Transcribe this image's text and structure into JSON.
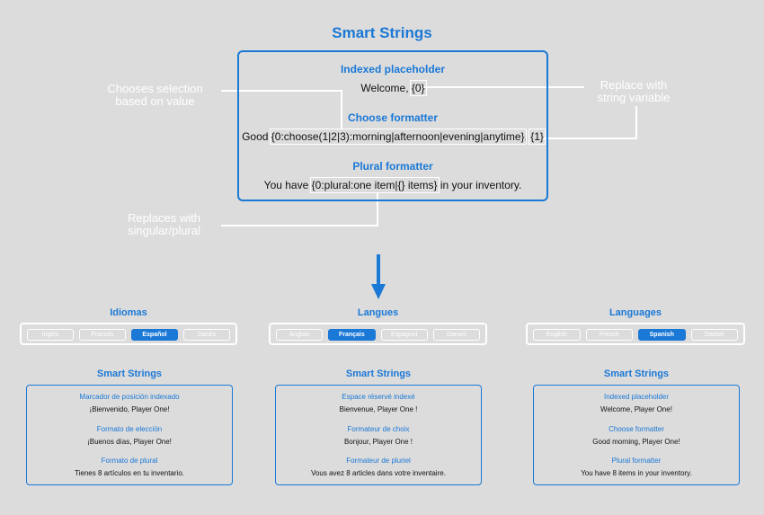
{
  "title": "Smart Strings",
  "top": {
    "sections": [
      {
        "label": "Indexed placeholder",
        "pre": "Welcome, ",
        "hl": "{0}",
        "mid": "",
        "hl2": "",
        "post": ""
      },
      {
        "label": "Choose formatter",
        "pre": "Good ",
        "hl": "{0:choose(1|2|3):morning|afternoon|evening|anytime}",
        "mid": ", ",
        "hl2": "{1}",
        "post": ""
      },
      {
        "label": "Plural formatter",
        "pre": "You have ",
        "hl": "{0:plural:one item|{} items}",
        "mid": "",
        "hl2": "",
        "post": " in your inventory."
      }
    ],
    "callouts": {
      "choose": "Chooses selection\nbased on value",
      "replace": "Replace with\nstring variable",
      "plural": "Replaces with\nsingular/plural"
    }
  },
  "panels": [
    {
      "heading": "Idiomas",
      "languages": [
        "Inglés",
        "Francés",
        "Español",
        "Danés"
      ],
      "active": "Español",
      "box_title": "Smart Strings",
      "items": [
        {
          "label": "Marcador de posición indexado",
          "text": "¡Bienvenido, Player One!"
        },
        {
          "label": "Formato de elección",
          "text": "¡Buenos días, Player One!"
        },
        {
          "label": "Formato de plural",
          "text": "Tienes 8 artículos en tu inventario."
        }
      ]
    },
    {
      "heading": "Langues",
      "languages": [
        "Anglais",
        "Français",
        "Espagnol",
        "Danois"
      ],
      "active": "Français",
      "box_title": "Smart Strings",
      "items": [
        {
          "label": "Espace réservé indexé",
          "text": "Bienvenue, Player One !"
        },
        {
          "label": "Formateur de choix",
          "text": "Bonjour, Player One !"
        },
        {
          "label": "Formateur de pluriel",
          "text": "Vous avez 8 articles dans votre inventaire."
        }
      ]
    },
    {
      "heading": "Languages",
      "languages": [
        "English",
        "French",
        "Spanish",
        "Danish"
      ],
      "active": "Spanish",
      "box_title": "Smart Strings",
      "items": [
        {
          "label": "Indexed placeholder",
          "text": "Welcome, Player One!"
        },
        {
          "label": "Choose formatter",
          "text": "Good morning, Player One!"
        },
        {
          "label": "Plural formatter",
          "text": "You have 8 items in your inventory."
        }
      ]
    }
  ],
  "colors": {
    "accent": "#1a78d6",
    "background": "#dcdcdc",
    "line": "#ffffff"
  }
}
